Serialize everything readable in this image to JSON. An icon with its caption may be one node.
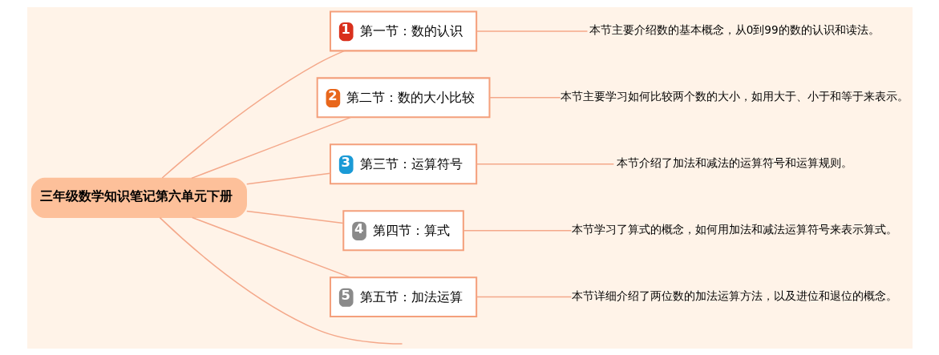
{
  "diagram": {
    "nodes": [
      {
        "text": [
          "三年级数学知识笔记第六单元下册"
        ]
      },
      {
        "text": [
          "1",
          "第一节：数的认识"
        ]
      },
      {
        "text": [
          "2",
          "第二节：数的大小比较"
        ]
      },
      {
        "text": [
          "3",
          "第三节：运算符号"
        ]
      },
      {
        "text": [
          "4",
          "第四节：算式"
        ]
      },
      {
        "text": [
          "5",
          "第五节：加法运算"
        ]
      },
      {
        "text": [
          "本节主要介绍数的基本概念，从0到99的数的认识和读法。"
        ]
      },
      {
        "text": [
          "本节主要学习如何比较两个数的大小，如用大于、小于和等于来表示。"
        ]
      },
      {
        "text": [
          "本节介绍了加法和减法的运算符号和运算规则。"
        ]
      },
      {
        "text": [
          "本节学习了算式的概念，如何用加法和减法运算符号来表示算式。"
        ]
      },
      {
        "text": [
          "本节详细介绍了两位数的加法运算方法，以及进位和退位的概念。"
        ]
      }
    ],
    "edges": [
      {
        "from": 0,
        "to": 1,
        "arrow": "none"
      },
      {
        "from": 0,
        "to": 2,
        "arrow": "none"
      },
      {
        "from": 0,
        "to": 3,
        "arrow": "none"
      },
      {
        "from": 0,
        "to": 4,
        "arrow": "none"
      },
      {
        "from": 0,
        "to": 5,
        "arrow": "none"
      },
      {
        "from": 0,
        "to": null,
        "arrow": "none"
      },
      {
        "from": 1,
        "to": 6,
        "arrow": "none"
      },
      {
        "from": 2,
        "to": 7,
        "arrow": "none"
      },
      {
        "from": 3,
        "to": 8,
        "arrow": "none"
      },
      {
        "from": 4,
        "to": 9,
        "arrow": "none"
      },
      {
        "from": 5,
        "to": 10,
        "arrow": "none"
      }
    ]
  }
}
